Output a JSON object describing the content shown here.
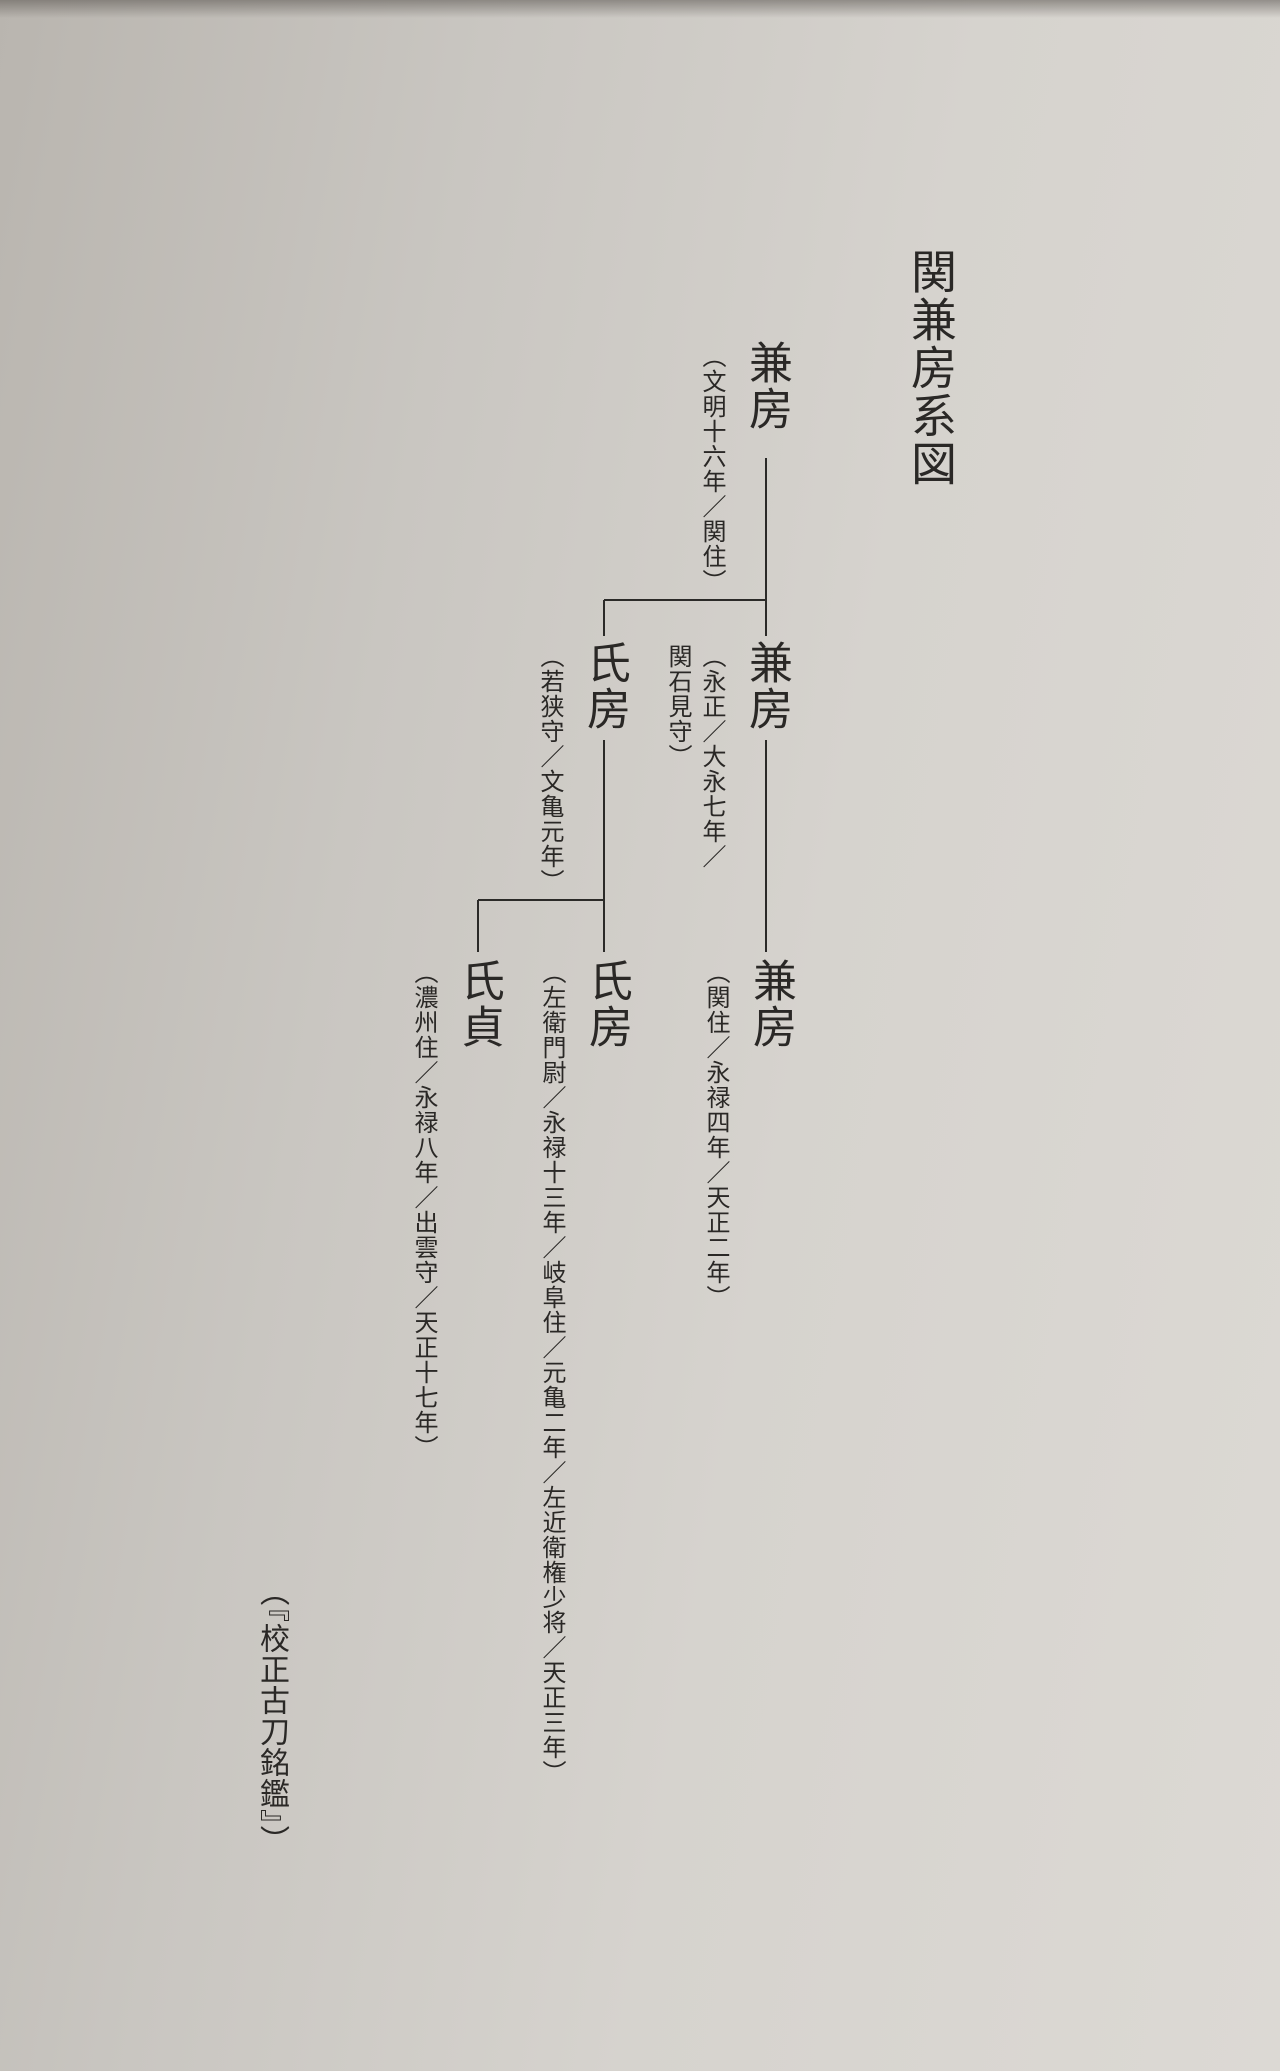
{
  "title": "関兼房系図",
  "persons": [
    {
      "name": "兼房",
      "note": "（文明十六年／関住）"
    },
    {
      "name": "兼房",
      "note": "（永正／大永七年／",
      "note2": "関石見守）"
    },
    {
      "name": "氏房",
      "note": "（若狭守／文亀元年）"
    },
    {
      "name": "兼房",
      "note": "（関住／永禄四年／天正二年）"
    },
    {
      "name": "氏房",
      "note": "（左衛門尉／永禄十三年／岐阜住／元亀二年／左近衛権少将／天正三年）"
    },
    {
      "name": "氏貞",
      "note": "（濃州住／永禄八年／出雲守／天正十七年）"
    }
  ],
  "source": "（『校正古刀銘鑑』）"
}
